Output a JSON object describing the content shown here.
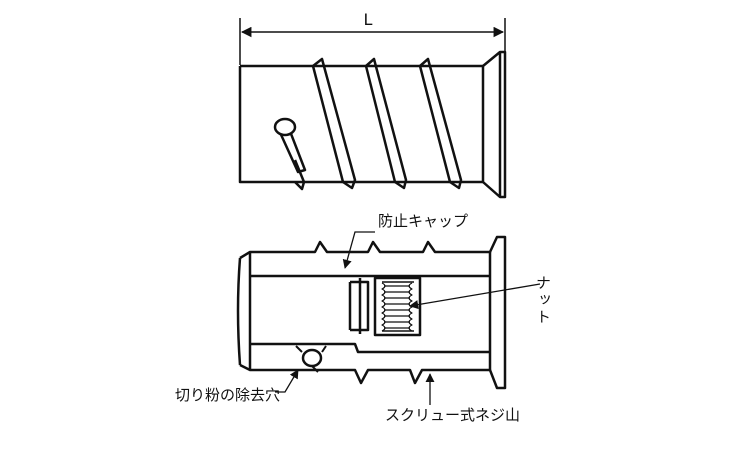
{
  "diagram": {
    "dimension_label": "L",
    "callouts": {
      "cap": "防止キャップ",
      "nut": "ナット",
      "chip_hole": "切り粉の除去穴",
      "thread": "スクリュー式ネジ山"
    }
  }
}
